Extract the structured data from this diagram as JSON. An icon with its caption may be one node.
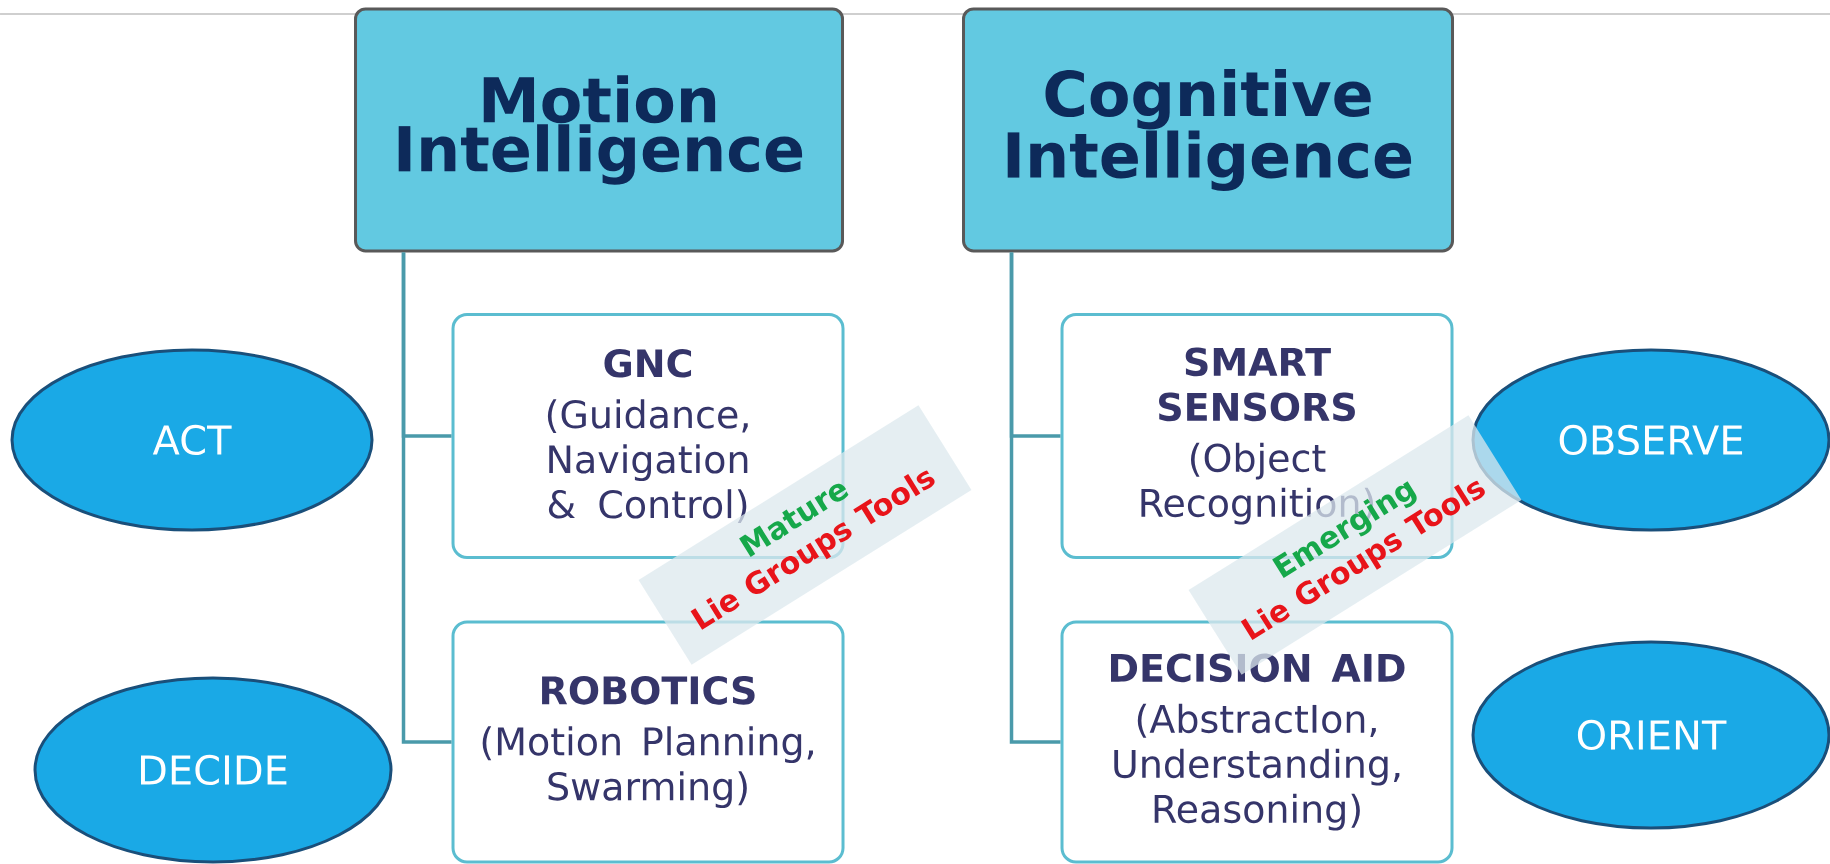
{
  "diagram": {
    "nodes": [
      {
        "text": [
          "Motion Intelligence"
        ]
      },
      {
        "text": [
          "Cognitive Intelligence"
        ]
      },
      {
        "text": [
          "GNC",
          "(Guidance, Navigation & Control)"
        ]
      },
      {
        "text": [
          "ROBOTICS",
          "(Motion Planning, Swarming)"
        ]
      },
      {
        "text": [
          "SMART SENSORS",
          "(Object Recognition)"
        ]
      },
      {
        "text": [
          "DECISION AID",
          "(AbstractIon, Understanding, Reasoning)"
        ]
      },
      {
        "text": [
          "ACT"
        ]
      },
      {
        "text": [
          "DECIDE"
        ]
      },
      {
        "text": [
          "OBSERVE"
        ]
      },
      {
        "text": [
          "ORIENT"
        ]
      },
      {
        "text": [
          "Mature",
          "Lie Groups Tools"
        ]
      },
      {
        "text": [
          "Emerging",
          "Lie Groups Tools"
        ]
      }
    ],
    "edges": [
      {
        "from": 0,
        "to": 2,
        "arrow": "none"
      },
      {
        "from": 0,
        "to": 3,
        "arrow": "none"
      },
      {
        "from": 1,
        "to": 4,
        "arrow": "none"
      },
      {
        "from": 1,
        "to": 5,
        "arrow": "none"
      }
    ]
  }
}
